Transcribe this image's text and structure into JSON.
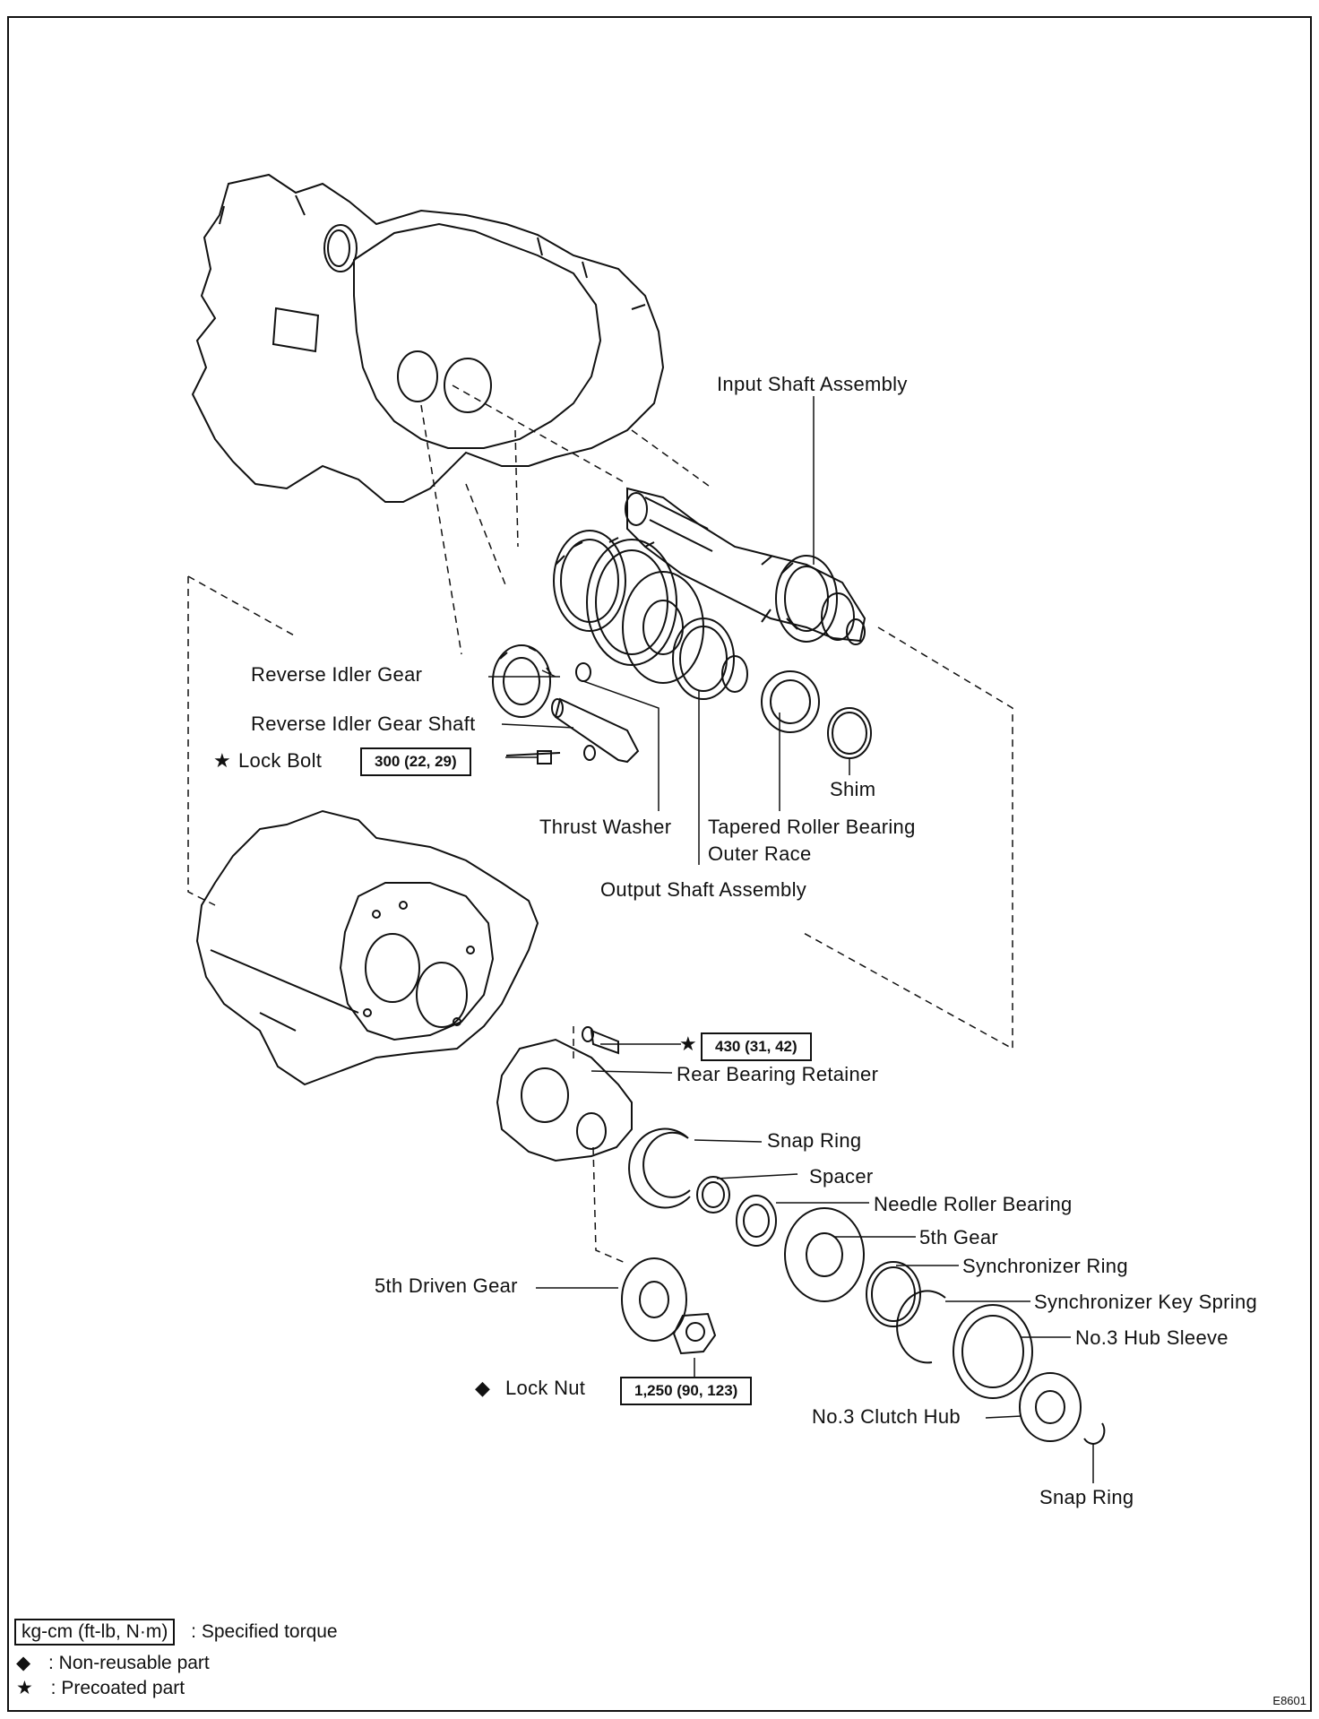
{
  "parts": {
    "input_shaft_assembly": "Input Shaft Assembly",
    "reverse_idler_gear": "Reverse Idler Gear",
    "reverse_idler_gear_shaft": "Reverse Idler Gear Shaft",
    "lock_bolt": "Lock Bolt",
    "shim": "Shim",
    "thrust_washer": "Thrust Washer",
    "tapered_roller_bearing_outer_race_line1": "Tapered Roller Bearing",
    "tapered_roller_bearing_outer_race_line2": "Outer Race",
    "output_shaft_assembly": "Output Shaft Assembly",
    "rear_bearing_retainer": "Rear Bearing Retainer",
    "snap_ring_1": "Snap Ring",
    "spacer": "Spacer",
    "needle_roller_bearing": "Needle Roller Bearing",
    "fifth_gear": "5th Gear",
    "synchronizer_ring": "Synchronizer Ring",
    "synchronizer_key_spring": "Synchronizer Key Spring",
    "no3_hub_sleeve": "No.3 Hub Sleeve",
    "no3_clutch_hub": "No.3 Clutch Hub",
    "fifth_driven_gear": "5th Driven Gear",
    "lock_nut": "Lock Nut",
    "snap_ring_2": "Snap Ring"
  },
  "torques": {
    "lock_bolt": "300 (22, 29)",
    "retainer_bolt": "430 (31, 42)",
    "lock_nut": "1,250 (90, 123)"
  },
  "symbols": {
    "star": "★",
    "diamond": "◆"
  },
  "legend": {
    "torque_unit": "kg-cm (ft-lb, N·m)",
    "torque_desc": ": Specified torque",
    "diamond_desc": ": Non-reusable part",
    "star_desc": ": Precoated part"
  },
  "figure_ref": "E8601"
}
